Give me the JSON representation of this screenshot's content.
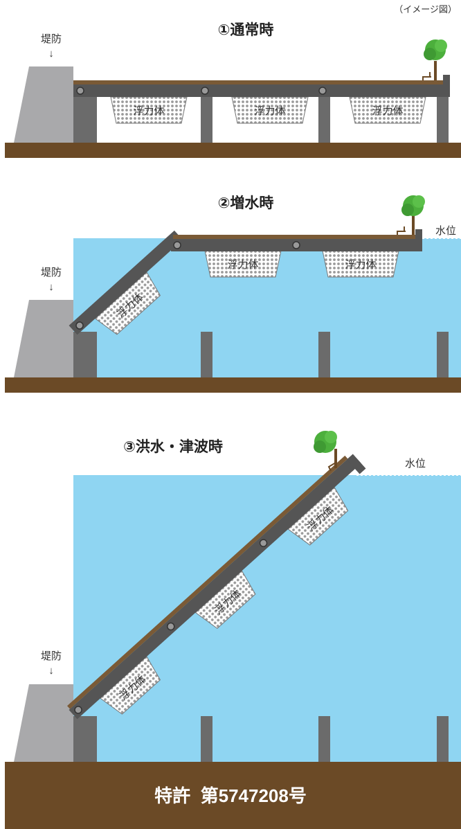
{
  "note": "（イメージ図）",
  "panels": [
    {
      "title": "①通常時",
      "levee_label": "堤防",
      "water_label": "",
      "float_labels": [
        "浮力体",
        "浮力体",
        "浮力体"
      ]
    },
    {
      "title": "②増水時",
      "levee_label": "堤防",
      "water_label": "水位",
      "float_labels": [
        "浮力体",
        "浮力体",
        "浮力体"
      ]
    },
    {
      "title": "③洪水・津波時",
      "levee_label": "堤防",
      "water_label": "水位",
      "float_labels": [
        "浮力体",
        "浮力体",
        "浮力体"
      ]
    }
  ],
  "patent": "特許  第5747208号",
  "colors": {
    "water": "#8fd5f2",
    "ground": "#6b4a26",
    "frame": "#555555",
    "deck": "#7a5a36",
    "levee": "#a9a9ab",
    "tree": "#4caf3c"
  }
}
